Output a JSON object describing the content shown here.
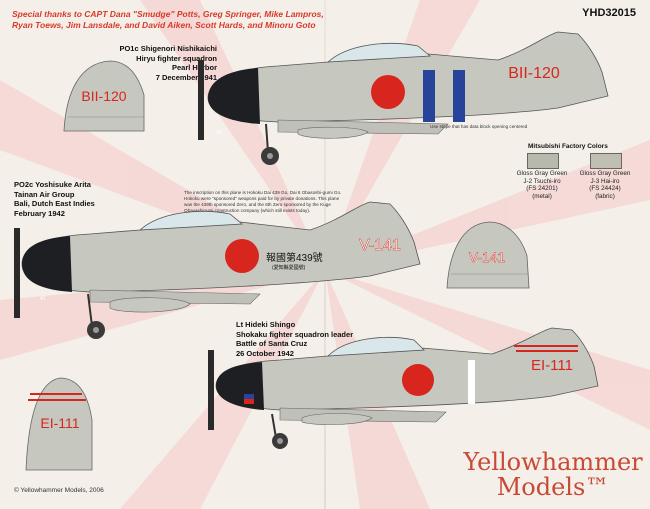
{
  "header": {
    "thanks_line1": "Special thanks to CAPT Dana \"Smudge\" Potts, Greg Springer, Mike Lampros,",
    "thanks_line2": "Ryan Toews, Jim Lansdale, and David Aiken, Scott Hards, and Minoru Goto",
    "product_code": "YHD32015"
  },
  "aircraft": [
    {
      "pilot": "PO1c Shigenori Nishikaichi",
      "unit": "Hiryu fighter squadron",
      "place": "Pearl Harbor",
      "date": "7 December 1941",
      "tail_code": "BII-120",
      "note": "Use stripe that has data block opening centered",
      "colors": {
        "fuselage": "#c6c8bf",
        "cowl": "#1e1f22",
        "band": "#28449a",
        "hinomaru": "#d8261f",
        "tail_code": "#d8261f"
      }
    },
    {
      "pilot": "PO2c Yoshisuke Arita",
      "unit": "Tainan Air Group",
      "place": "Bali, Dutch East Indies",
      "date": "February 1942",
      "tail_code": "V-141",
      "hokoku": "報國第439號",
      "hokoku_sub": "(愛知縣愛國號)",
      "note_lines": [
        "The inscription on this plane is Hokoku Dai 439 Go, Dai 6 Obasoshi-gumi Go.",
        "Hokoku were \"sponsored\" weapons paid for by private donations. This plane",
        "was the 439th sponsored Zero, and the 6th Zero sponsored by the Kuge",
        "Obayashigumi construction company (which still exists today)."
      ],
      "colors": {
        "fuselage": "#c6c8bf",
        "cowl": "#1e1f22",
        "hinomaru": "#d8261f",
        "tail_code": "#ffffff"
      }
    },
    {
      "pilot": "Lt Hideki Shingo",
      "unit": "Shokaku fighter squadron leader",
      "place": "Battle of Santa Cruz",
      "date": "26 October 1942",
      "tail_code": "EI-111",
      "colors": {
        "fuselage": "#c6c8bf",
        "cowl": "#1e1f22",
        "hinomaru": "#d8261f",
        "tail_code": "#d8261f",
        "band": "#ffffff"
      }
    }
  ],
  "factory_colors": {
    "title": "Mitsubishi Factory Colors",
    "swatches": [
      {
        "name": "Gloss Gray Green",
        "code": "J-2 Tsuchi-iro",
        "fs": "(FS 24201)",
        "use": "(metal)",
        "hex": "#b6b9ac"
      },
      {
        "name": "Gloss Gray Green",
        "code": "J-3 Hai-iro",
        "fs": "(FS 24424)",
        "use": "(fabric)",
        "hex": "#c1bfb4"
      }
    ]
  },
  "brand": {
    "line1": "Yellowhammer",
    "line2": "Models™"
  },
  "copyright": "© Yellowhammer Models, 2006",
  "small_marks": {
    "mark_25": "25",
    "mark_41": "41"
  }
}
